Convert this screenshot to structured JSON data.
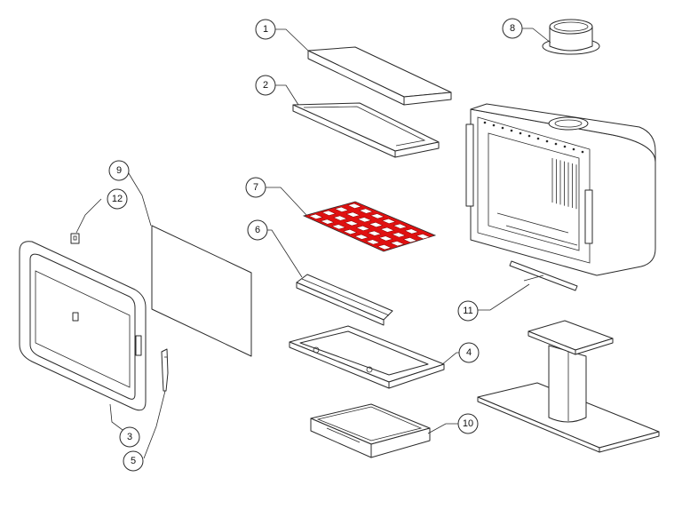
{
  "callouts": [
    {
      "id": "c1",
      "label": "1"
    },
    {
      "id": "c2",
      "label": "2"
    },
    {
      "id": "c3",
      "label": "3"
    },
    {
      "id": "c4",
      "label": "4"
    },
    {
      "id": "c5",
      "label": "5"
    },
    {
      "id": "c6",
      "label": "6"
    },
    {
      "id": "c7",
      "label": "7"
    },
    {
      "id": "c8",
      "label": "8"
    },
    {
      "id": "c9",
      "label": "9"
    },
    {
      "id": "c10",
      "label": "10"
    },
    {
      "id": "c11",
      "label": "11"
    },
    {
      "id": "c12",
      "label": "12"
    }
  ],
  "colors": {
    "line": "#2a2a2a",
    "grate_fill": "#e01010",
    "background": "#ffffff"
  }
}
